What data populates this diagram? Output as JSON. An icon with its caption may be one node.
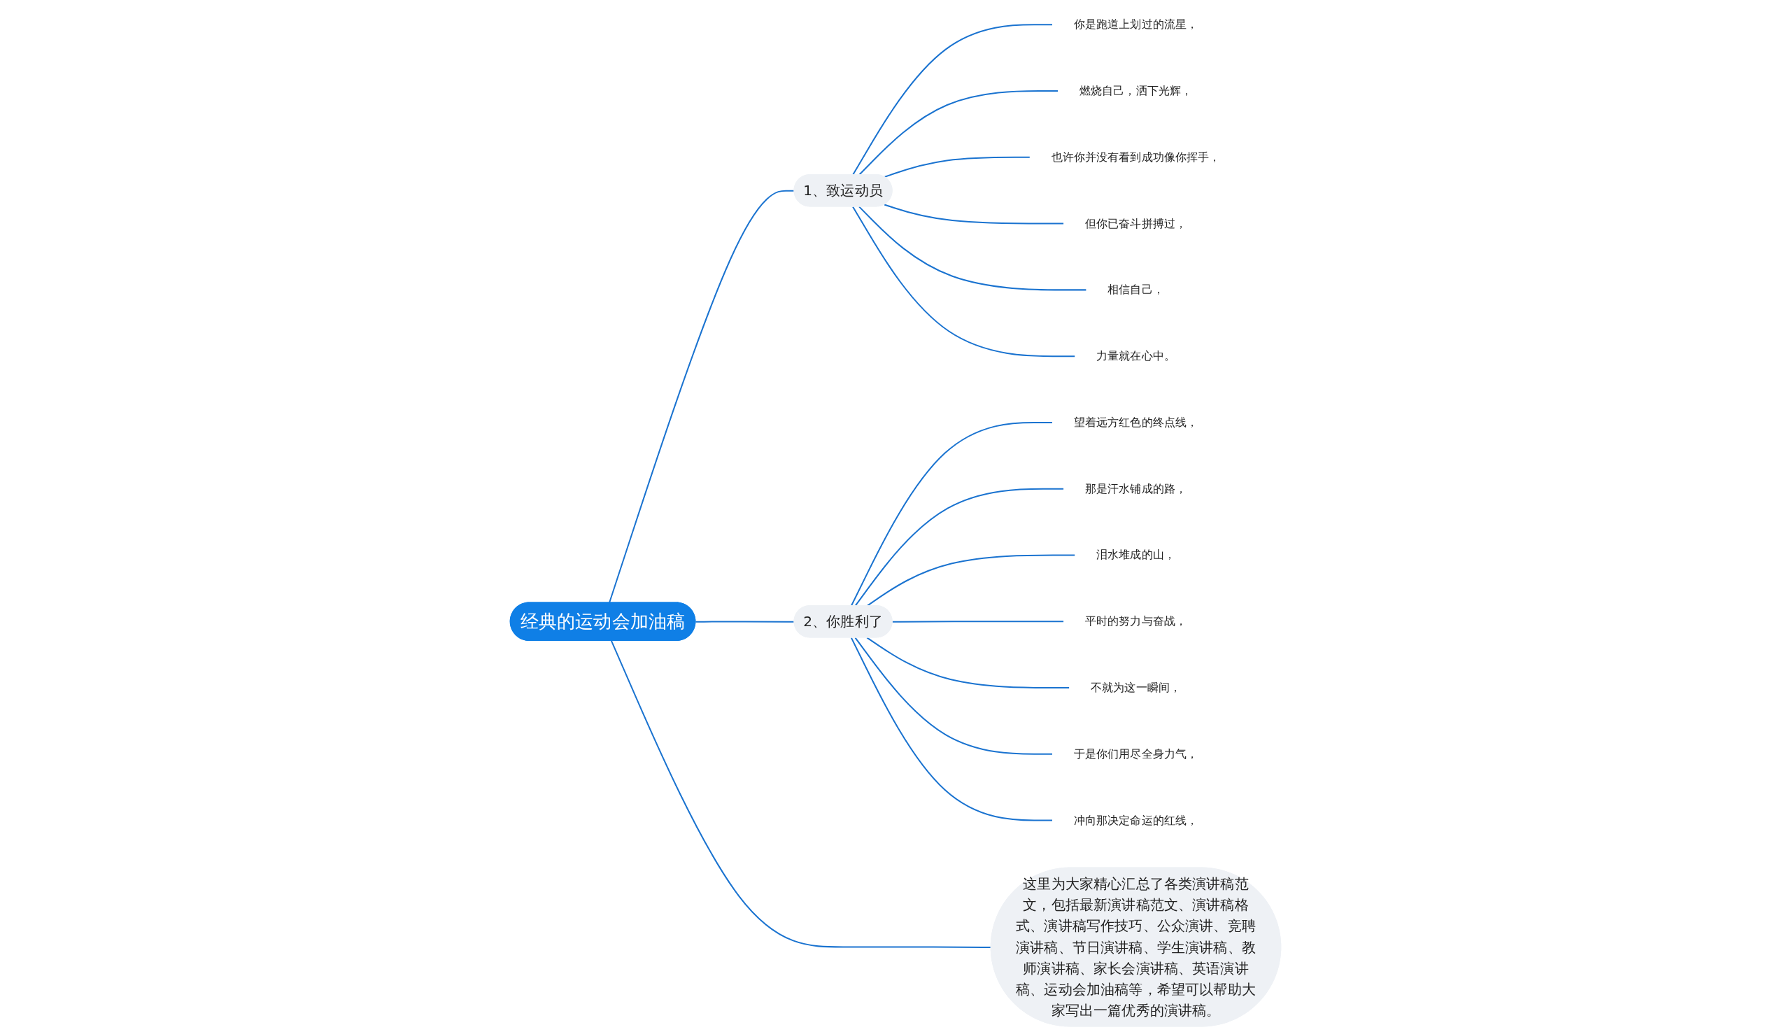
{
  "diagram": {
    "nodes": [
      {
        "text": [
          "经典的运动会加油稿"
        ]
      },
      {
        "text": [
          "这里为大家精心汇总了各类演讲稿范文，包括最新演讲稿范文、演讲稿格式、演讲稿写作技巧、公众演讲、竞聘演讲稿、节日演讲稿、学生演讲稿、教师演讲稿、家长会演讲稿、英语演讲稿、运动会加油稿等，希望可以帮助大家写出一篇优秀的演讲稿。"
        ]
      },
      {
        "text": [
          "1、致运动员"
        ]
      },
      {
        "text": [
          "你是跑道上划过的流星，"
        ]
      },
      {
        "text": [
          "燃烧自己，洒下光辉，"
        ]
      },
      {
        "text": [
          "也许你并没有看到成功像你挥手，"
        ]
      },
      {
        "text": [
          "但你已奋斗拼搏过，"
        ]
      },
      {
        "text": [
          "相信自己，"
        ]
      },
      {
        "text": [
          "力量就在心中。"
        ]
      },
      {
        "text": [
          "2、你胜利了"
        ]
      },
      {
        "text": [
          "望着远方红色的终点线，"
        ]
      },
      {
        "text": [
          "那是汗水铺成的路，"
        ]
      },
      {
        "text": [
          "泪水堆成的山，"
        ]
      },
      {
        "text": [
          "平时的努力与奋战，"
        ]
      },
      {
        "text": [
          "不就为这一瞬间，"
        ]
      },
      {
        "text": [
          "于是你们用尽全身力气，"
        ]
      },
      {
        "text": [
          "冲向那决定命运的红线，"
        ]
      }
    ],
    "edges": [
      {
        "from": 0,
        "to": 2,
        "arrow": "none"
      },
      {
        "from": 2,
        "to": 3,
        "arrow": "none"
      },
      {
        "from": 2,
        "to": 4,
        "arrow": "none"
      },
      {
        "from": 2,
        "to": 5,
        "arrow": "none"
      },
      {
        "from": 2,
        "to": 6,
        "arrow": "none"
      },
      {
        "from": 2,
        "to": 7,
        "arrow": "none"
      },
      {
        "from": 2,
        "to": 8,
        "arrow": "none"
      },
      {
        "from": 0,
        "to": 9,
        "arrow": "none"
      },
      {
        "from": 9,
        "to": 10,
        "arrow": "none"
      },
      {
        "from": 9,
        "to": 11,
        "arrow": "none"
      },
      {
        "from": 9,
        "to": 12,
        "arrow": "none"
      },
      {
        "from": 9,
        "to": 13,
        "arrow": "none"
      },
      {
        "from": 9,
        "to": 14,
        "arrow": "none"
      },
      {
        "from": 9,
        "to": 15,
        "arrow": "none"
      },
      {
        "from": 9,
        "to": 16,
        "arrow": "none"
      },
      {
        "from": 0,
        "to": 1,
        "arrow": "none"
      }
    ]
  }
}
